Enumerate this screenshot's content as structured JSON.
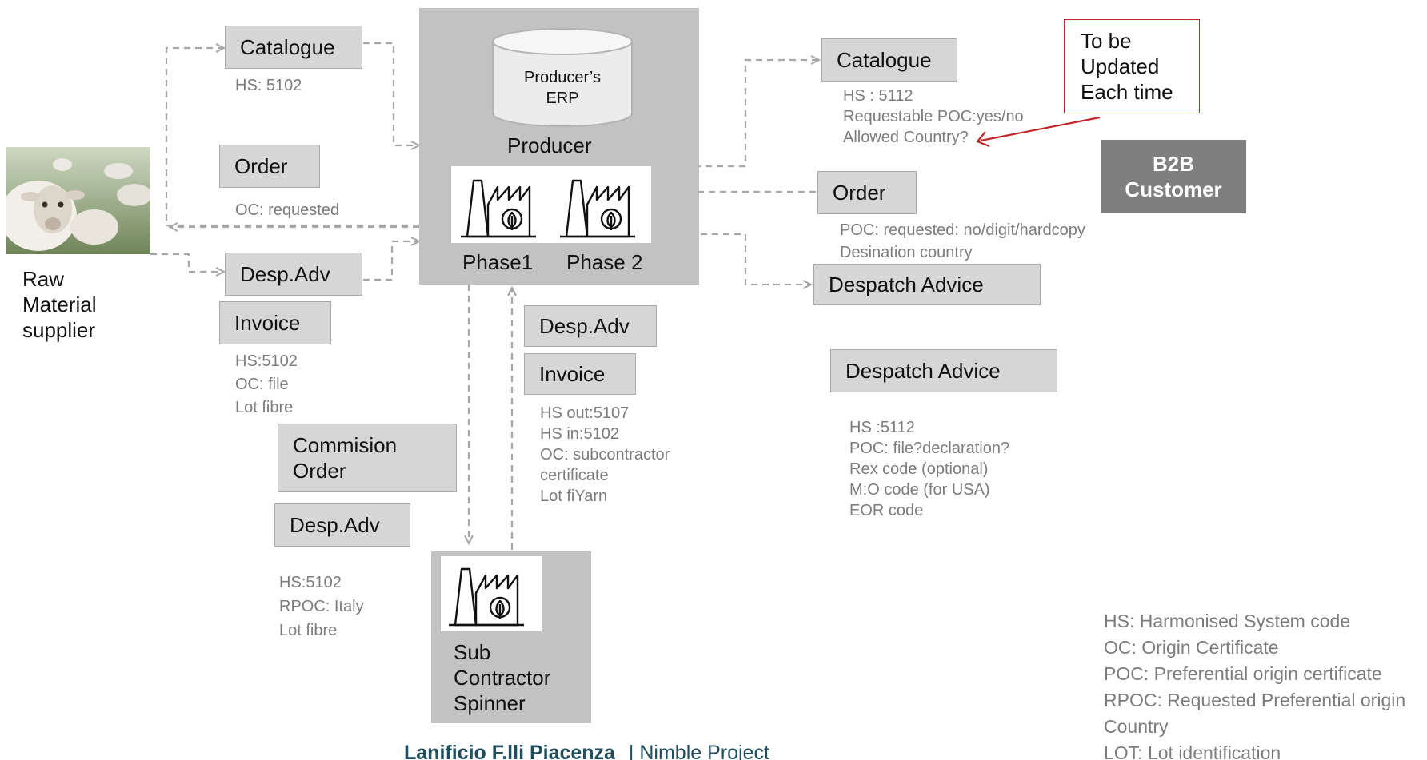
{
  "raw_supplier": {
    "lines": [
      "Raw",
      "Material",
      "supplier"
    ]
  },
  "left": {
    "catalogue": {
      "label": "Catalogue",
      "note": [
        "HS: 5102"
      ]
    },
    "order": {
      "label": "Order",
      "note": [
        "OC: requested"
      ]
    },
    "desp_adv": {
      "label": "Desp.Adv"
    },
    "invoice": {
      "label": "Invoice",
      "note": [
        "HS:5102",
        "OC: file",
        "Lot fibre"
      ]
    },
    "commission_order": {
      "label": [
        "Commision",
        "Order"
      ]
    },
    "desp_adv_2": {
      "label": "Desp.Adv",
      "note": [
        "HS:5102",
        "RPOC: Italy",
        "Lot fibre"
      ]
    }
  },
  "producer": {
    "erp_label": [
      "Producer’s",
      "ERP"
    ],
    "title": "Producer",
    "phase1": "Phase1",
    "phase2": "Phase 2"
  },
  "middle": {
    "desp_adv": {
      "label": "Desp.Adv"
    },
    "invoice": {
      "label": "Invoice",
      "note": [
        "HS out:5107",
        "HS in:5102",
        "OC: subcontractor",
        "certificate",
        "Lot fiYarn"
      ]
    }
  },
  "subcontractor": {
    "lines": [
      "Sub",
      "Contractor",
      "Spinner"
    ]
  },
  "right": {
    "catalogue": {
      "label": "Catalogue",
      "note": [
        "HS : 5112",
        "Requestable POC:yes/no",
        "Allowed Country?"
      ]
    },
    "order": {
      "label": "Order",
      "note": [
        "POC: requested: no/digit/hardcopy",
        "Desination country"
      ]
    },
    "despatch_advice_1": {
      "label": "Despatch Advice"
    },
    "despatch_advice_2": {
      "label": "Despatch Advice",
      "note": [
        "HS :5112",
        "POC: file?declaration?",
        "Rex code (optional)",
        "M:O code (for USA)",
        "EOR code"
      ]
    }
  },
  "callout": {
    "lines": [
      "To be",
      "Updated",
      "Each time"
    ]
  },
  "b2b": {
    "lines": [
      "B2B",
      "Customer"
    ]
  },
  "legend": [
    "HS: Harmonised System code",
    "OC: Origin Certificate",
    "POC: Preferential origin certificate",
    "RPOC: Requested Preferential origin",
    "Country",
    "LOT: Lot identification"
  ],
  "footer": {
    "company": "Lanificio F.lli Piacenza",
    "project": "| Nimble Project"
  },
  "colors": {
    "box_fill": "#d6d6d6",
    "producer_fill": "#c2c2c2",
    "b2b_fill": "#7f7f7f",
    "callout_border": "#c0272d",
    "footer_text": "#1f4e5f",
    "note_text": "#7c7c7c",
    "arrow": "#a6a6a6"
  },
  "icons": [
    "sheep-photo",
    "factory-leaf-icon",
    "database-cylinder-icon"
  ]
}
